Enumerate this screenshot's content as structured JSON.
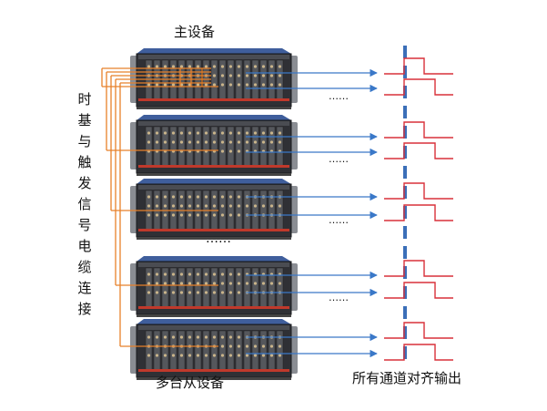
{
  "labels": {
    "master": "主设备",
    "slaves": "多台从设备",
    "aligned": "所有通道对齐输出",
    "cable": "时基与触发信号电缆连接",
    "ellipsis_mid": "……",
    "ellipsis_row": "……"
  },
  "colors": {
    "orange": "#e8812a",
    "blue": "#3a78c8",
    "red": "#d9313a",
    "dash": "#3b6fb8",
    "chassis": "#2f3035",
    "rail": "#8a8d93"
  },
  "devices": [
    {
      "role": "master"
    },
    {
      "role": "slave"
    },
    {
      "role": "slave"
    },
    {
      "role": "slave"
    },
    {
      "role": "slave"
    }
  ]
}
